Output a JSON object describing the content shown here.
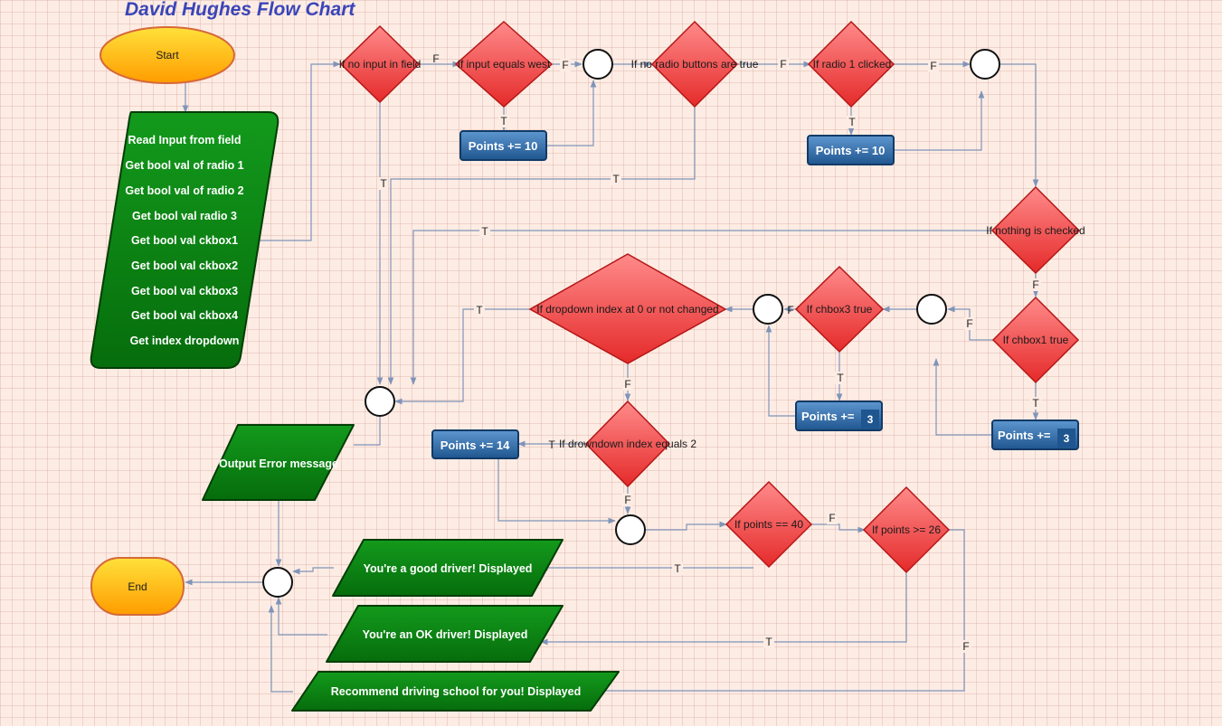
{
  "title": "David Hughes Flow Chart",
  "colors": {
    "decision_fill": "#f04545",
    "io_fill": "#0a7d12",
    "process_fill": "#2f6fae",
    "terminal_fill": "#ffb000",
    "connector_line": "#8094b8",
    "title_color": "#3a45b8"
  },
  "terminals": {
    "start": "Start",
    "end": "End"
  },
  "input_block": {
    "lines": [
      "Read Input from field",
      "Get bool val of radio 1",
      "Get bool val of radio 2",
      "Get bool val radio 3",
      "Get bool val ckbox1",
      "Get bool val ckbox2",
      "Get bool val ckbox3",
      "Get bool val ckbox4",
      "Get index dropdown"
    ]
  },
  "decisions": {
    "no_input": "If no input in field",
    "equals_west": "If input equals west",
    "no_radio": "If no radio buttons are true",
    "radio1": "If radio 1 clicked",
    "nothing_checked": "If nothing is checked",
    "chbox1": "If chbox1 true",
    "chbox3": "If chbox3 true",
    "dropdown_zero": "If dropdown index at 0 or not changed",
    "dropdown_two": "If drowndown index equals 2",
    "points_40": "If points == 40",
    "points_26": "If points >= 26"
  },
  "processes": {
    "west_points": "Points += 10",
    "radio1_points": "Points += 10",
    "chbox3_points": "Points +=",
    "chbox3_value": "3",
    "chbox1_points": "Points +=",
    "chbox1_value": "3",
    "dropdown_points": "Points += 14"
  },
  "outputs": {
    "error": "Output Error message",
    "good": "You're a good driver! Displayed",
    "ok": "You're an OK driver! Displayed",
    "school": "Recommend driving school for you! Displayed"
  },
  "edge_labels": {
    "no_input_f": "F",
    "no_input_t": "T",
    "west_f": "F",
    "west_t": "T",
    "radio_f": "F",
    "radio_t": "T",
    "radio1_f": "F",
    "radio1_t": "T",
    "nothing_t": "T",
    "nothing_f": "F",
    "chbox1_f": "F",
    "chbox1_t": "T",
    "chbox3_f": "F",
    "chbox3_t": "T",
    "dropdown_t": "T",
    "dropdown_f": "F",
    "dropdown2_t": "T",
    "dropdown2_f": "F",
    "points40_f": "F",
    "points40_t": "T",
    "points26_t": "T",
    "points26_f": "F"
  }
}
